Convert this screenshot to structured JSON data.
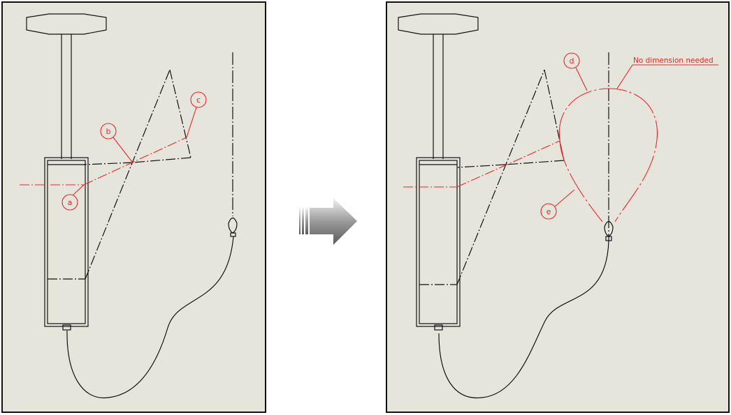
{
  "title": "Sketch modification: pivot geometry to balloon-shaped cable path",
  "colors": {
    "background": "#e6e5dc",
    "annotation": "#e8262b",
    "line": "#111111"
  },
  "left_panel": {
    "labels": {
      "a": "a",
      "b": "b",
      "c": "c"
    }
  },
  "transition_arrow": {
    "icon": "arrow-right-icon"
  },
  "right_panel": {
    "labels": {
      "d": "d",
      "e": "e"
    },
    "note": "No dimension needed"
  }
}
